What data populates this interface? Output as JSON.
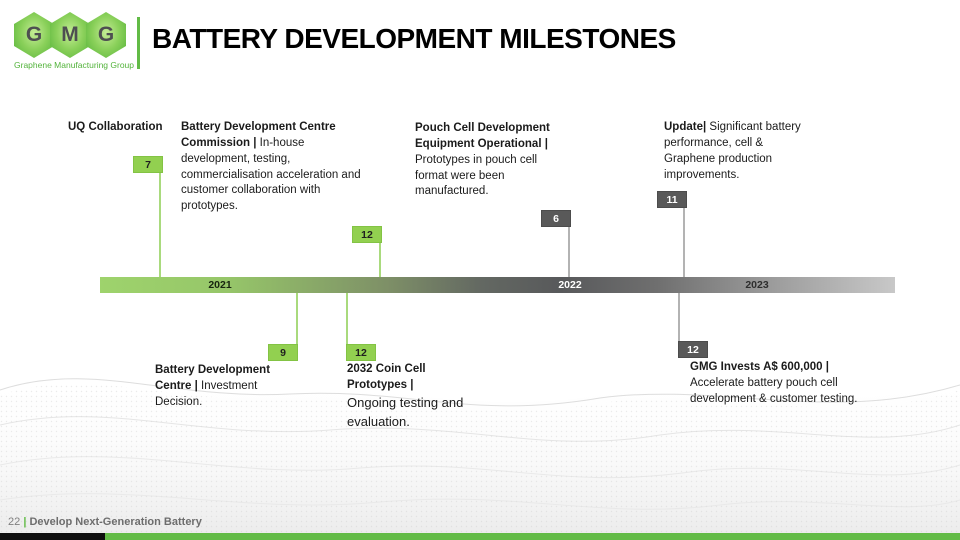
{
  "logo": {
    "letters": [
      "G",
      "M",
      "G"
    ],
    "subtitle": "Graphene Manufacturing Group"
  },
  "header": {
    "title": "BATTERY DEVELOPMENT MILESTONES"
  },
  "timeline": {
    "years": [
      "2021",
      "2022",
      "2023"
    ]
  },
  "milestones": {
    "top": [
      {
        "month": "7",
        "title": "UQ Collaboration",
        "body": "",
        "color": "green"
      },
      {
        "month": "12",
        "title": "Battery Development Centre Commission |",
        "body": " In-house development, testing, commercialisation acceleration and customer collaboration with prototypes.",
        "color": "green"
      },
      {
        "month": "6",
        "title": "Pouch Cell Development Equipment Operational |",
        "body": " Prototypes in pouch cell format were been manufactured.",
        "color": "gray"
      },
      {
        "month": "11",
        "title": "Update|",
        "body": " Significant battery performance, cell & Graphene production improvements.",
        "color": "gray"
      }
    ],
    "bottom": [
      {
        "month": "9",
        "title": "Battery Development Centre |",
        "body": " Investment Decision.",
        "color": "green"
      },
      {
        "month": "12",
        "title": "2032 Coin Cell Prototypes |",
        "body": "Ongoing testing and evaluation.",
        "color": "green"
      },
      {
        "month": "12",
        "title": "GMG Invests A$ 600,000 |",
        "body": " Accelerate battery pouch cell development & customer testing.",
        "color": "gray"
      }
    ]
  },
  "footer": {
    "page_number": "22",
    "separator": "|",
    "label": "Develop Next-Generation Battery"
  },
  "colors": {
    "badge_green": "#92D050",
    "badge_gray": "#595959",
    "logo_green": "#62BB46",
    "timeline_green": "#9ED36C",
    "timeline_dark_gray": "#595959",
    "timeline_light_gray": "#C8C8C8"
  }
}
